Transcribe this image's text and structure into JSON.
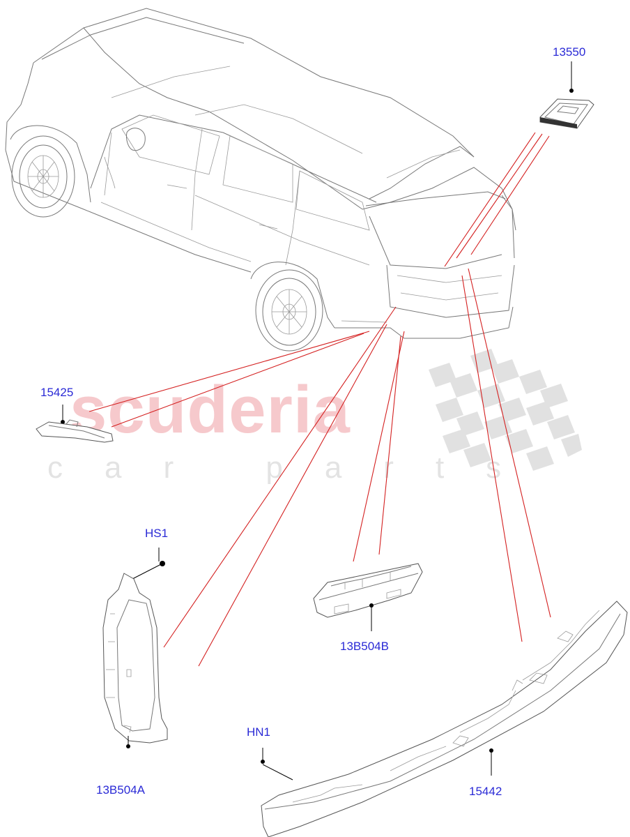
{
  "watermark": {
    "brand": "scuderia",
    "tagline": "car parts"
  },
  "parts": [
    {
      "id": "13550",
      "label": "13550"
    },
    {
      "id": "15425",
      "label": "15425"
    },
    {
      "id": "HS1",
      "label": "HS1"
    },
    {
      "id": "13B504B",
      "label": "13B504B"
    },
    {
      "id": "HN1",
      "label": "HN1"
    },
    {
      "id": "13B504A",
      "label": "13B504A"
    },
    {
      "id": "15442",
      "label": "15442"
    }
  ],
  "colors": {
    "label": "#2a2ad6",
    "leader_line": "#d42020",
    "watermark_brand": "#f6c9cc",
    "watermark_checker": "#d8d8d8"
  }
}
